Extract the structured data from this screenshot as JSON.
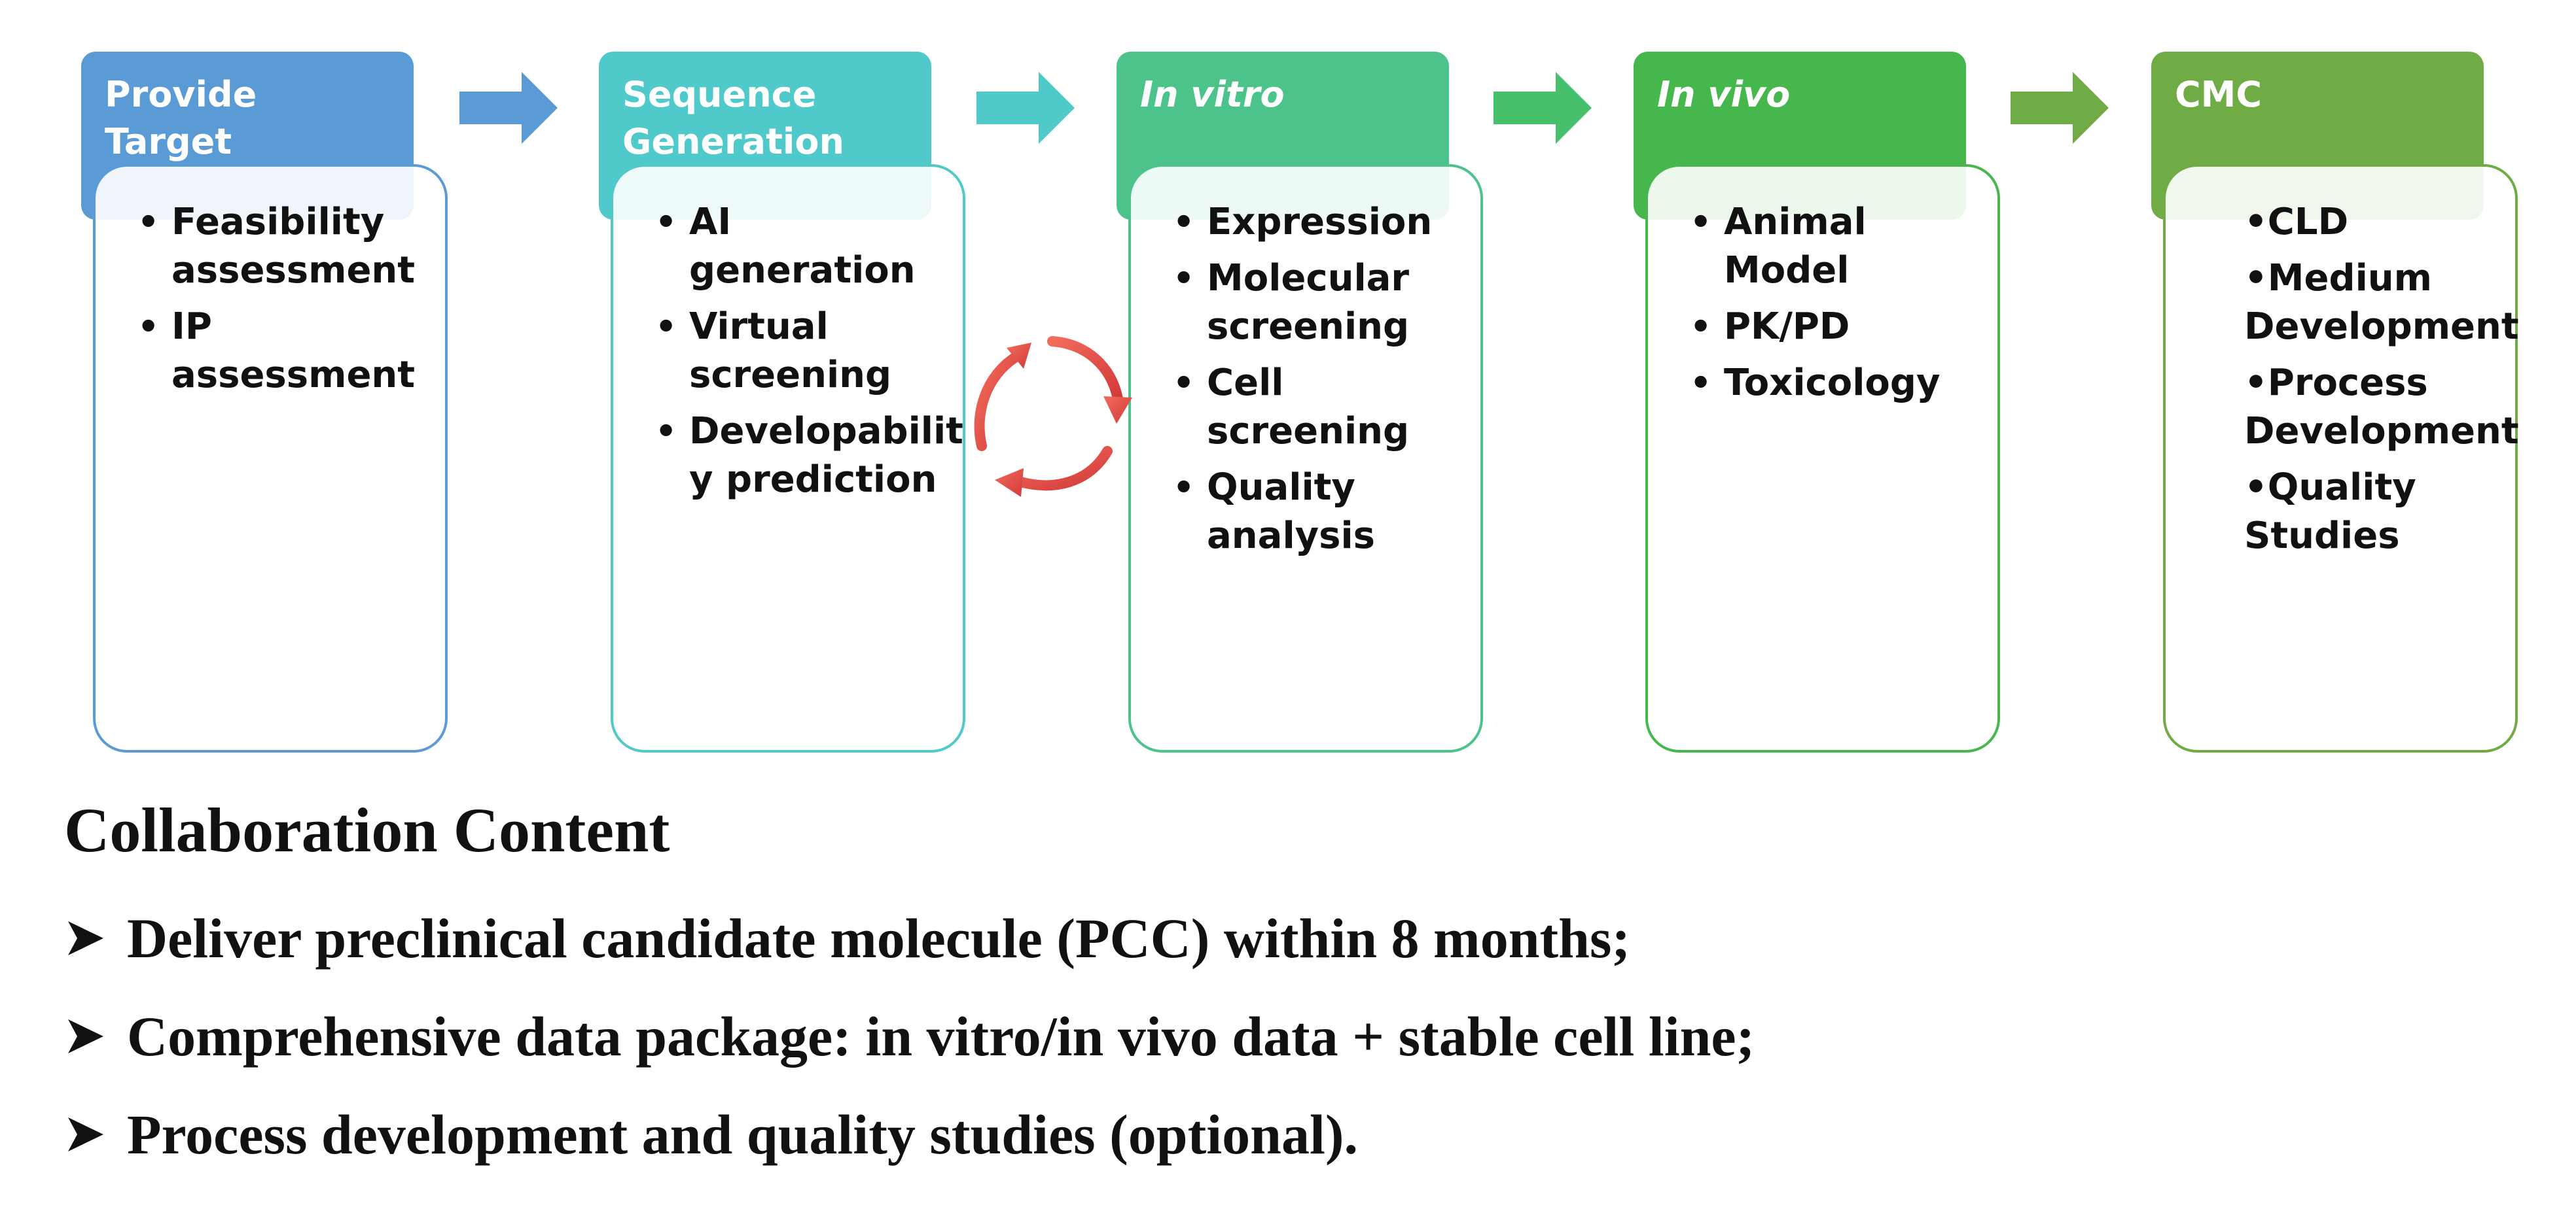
{
  "stages": [
    {
      "title": "Provide Target",
      "italic": false,
      "color": "#5b9bd5",
      "border": "#5b9bd5",
      "items": [
        "Feasibility assessment",
        "IP assessment"
      ],
      "bullet_style": "dot"
    },
    {
      "title": "Sequence Generation",
      "italic": false,
      "color": "#4fc9c9",
      "border": "#4fc9c9",
      "items": [
        "AI generation",
        "Virtual screening",
        "Developabilit y prediction"
      ],
      "bullet_style": "dot"
    },
    {
      "title": "In vitro",
      "italic": true,
      "color": "#4cc38a",
      "border": "#4cc38a",
      "items": [
        "Expression",
        "Molecular screening",
        "Cell screening",
        "Quality analysis"
      ],
      "bullet_style": "dot"
    },
    {
      "title": "In vivo",
      "italic": true,
      "color": "#46b74c",
      "border": "#46b74c",
      "items": [
        "Animal Model",
        "PK/PD",
        "Toxicology"
      ],
      "bullet_style": "dot"
    },
    {
      "title": "CMC",
      "italic": false,
      "color": "#6fac46",
      "border": "#6fac46",
      "items": [
        "•CLD",
        "•Medium Development",
        "•Process Development",
        "•Quality Studies"
      ],
      "bullet_style": "inline"
    }
  ],
  "arrow_colors": [
    "#5b9bd5",
    "#4fc9c9",
    "#46c06a",
    "#6fac46"
  ],
  "cycle_color": "#e04b4b",
  "collaboration": {
    "title": "Collaboration Content",
    "points": [
      "Deliver preclinical candidate molecule (PCC) within 8 months;",
      "Comprehensive data package: in vitro/in vivo data + stable cell line;",
      "Process development and quality studies (optional)."
    ]
  }
}
